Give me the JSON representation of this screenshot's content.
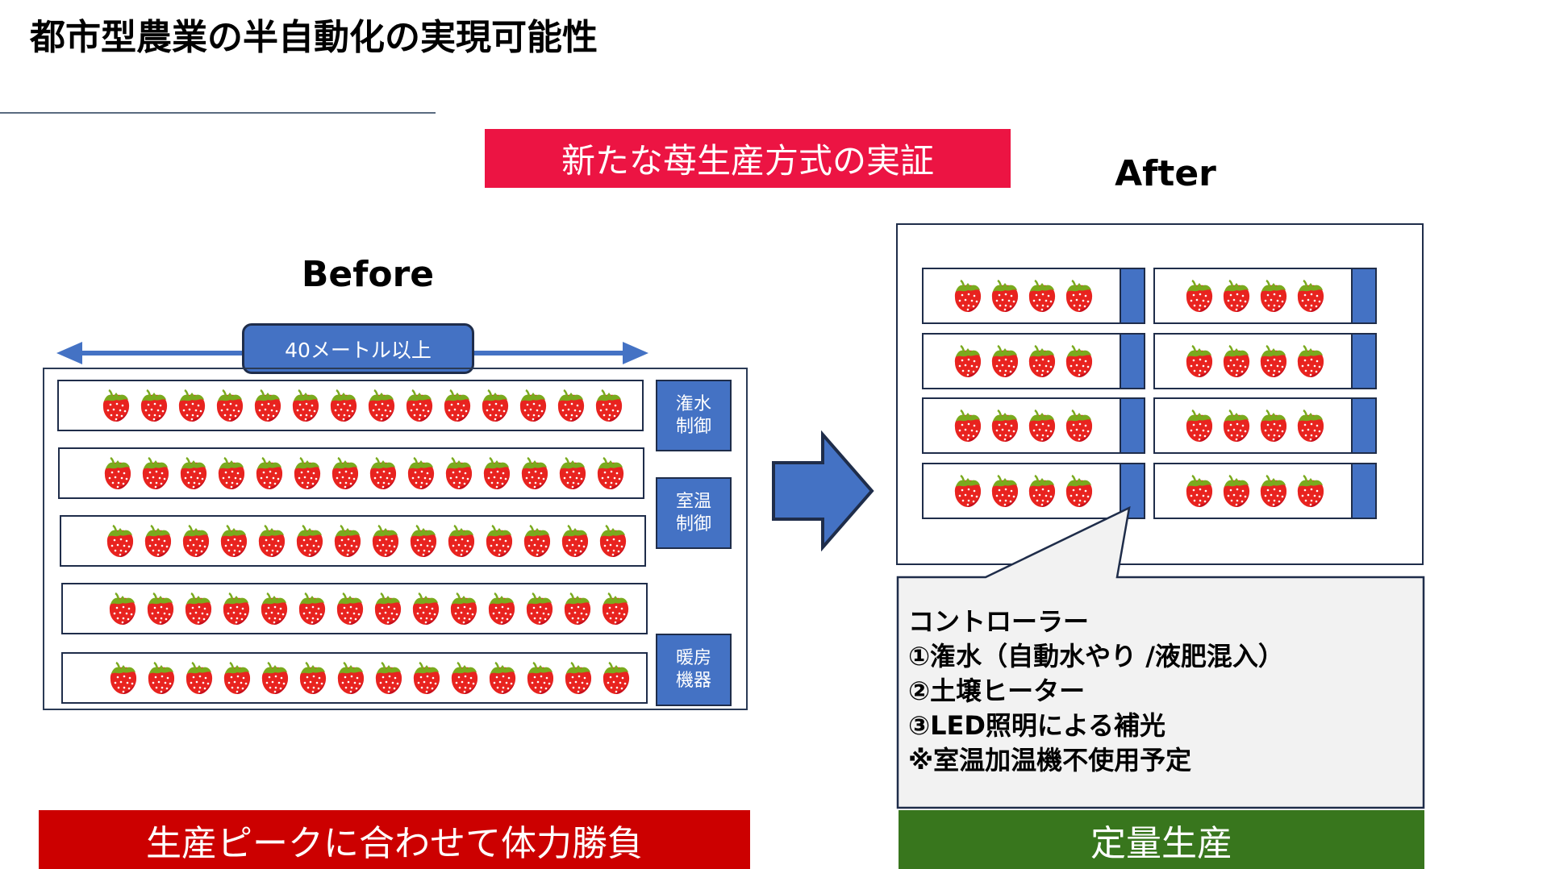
{
  "title": "都市型農業の半自動化の実現可能性",
  "banner": "新たな苺生産方式の実証",
  "before": {
    "label": "Before",
    "dimension_label": "40メートル以上",
    "rows": 5,
    "strawberries_per_row": 14,
    "controls": [
      {
        "line1": "潅水",
        "line2": "制御"
      },
      {
        "line1": "室温",
        "line2": "制御"
      },
      {
        "line1": "暖房",
        "line2": "機器"
      }
    ],
    "footer": "生産ピークに合わせて体力勝負"
  },
  "after": {
    "label": "After",
    "rows": 4,
    "columns": 2,
    "strawberries_per_unit": 4,
    "callout": {
      "heading": "コントローラー",
      "items": [
        "①潅水（自動水やり /液肥混入）",
        "②土壌ヒーター",
        "③LED照明による補光",
        "※室温加温機不使用予定"
      ]
    },
    "footer": "定量生産"
  },
  "icons": {
    "strawberry": "strawberry-icon",
    "double_arrow": "double-arrow-icon",
    "transition_arrow": "right-arrow-icon"
  },
  "colors": {
    "banner": "#ec1443",
    "accent_blue": "#4472c4",
    "outline": "#1f2d4a",
    "footer_red": "#cc0000",
    "footer_green": "#38761d",
    "callout_bg": "#f2f2f2"
  }
}
